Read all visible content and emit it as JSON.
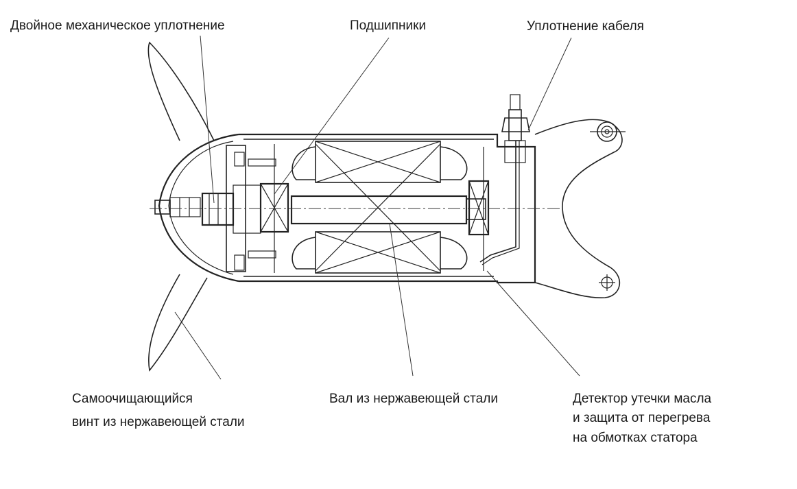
{
  "labels": {
    "double_seal": "Двойное механическое уплотнение",
    "bearings": "Подшипники",
    "cable_seal": "Уплотнение кабеля",
    "screw_line1": "Самоочищающийся",
    "screw_line2": "винт из нержавеющей стали",
    "shaft": "Вал из нержавеющей стали",
    "detector_line1": "Детектор утечки масла",
    "detector_line2": "и защита от перегрева",
    "detector_line3": "на обмотках статора"
  }
}
